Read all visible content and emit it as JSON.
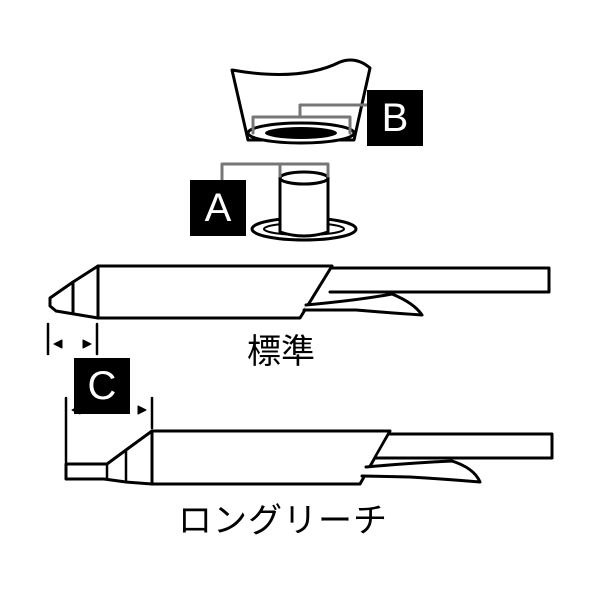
{
  "labels": {
    "a": "A",
    "b": "B",
    "c": "C"
  },
  "captions": {
    "standard": "標準",
    "long_reach": "ロングリーチ"
  },
  "colors": {
    "stroke": "#000000",
    "leader": "#777777",
    "background": "#ffffff"
  }
}
